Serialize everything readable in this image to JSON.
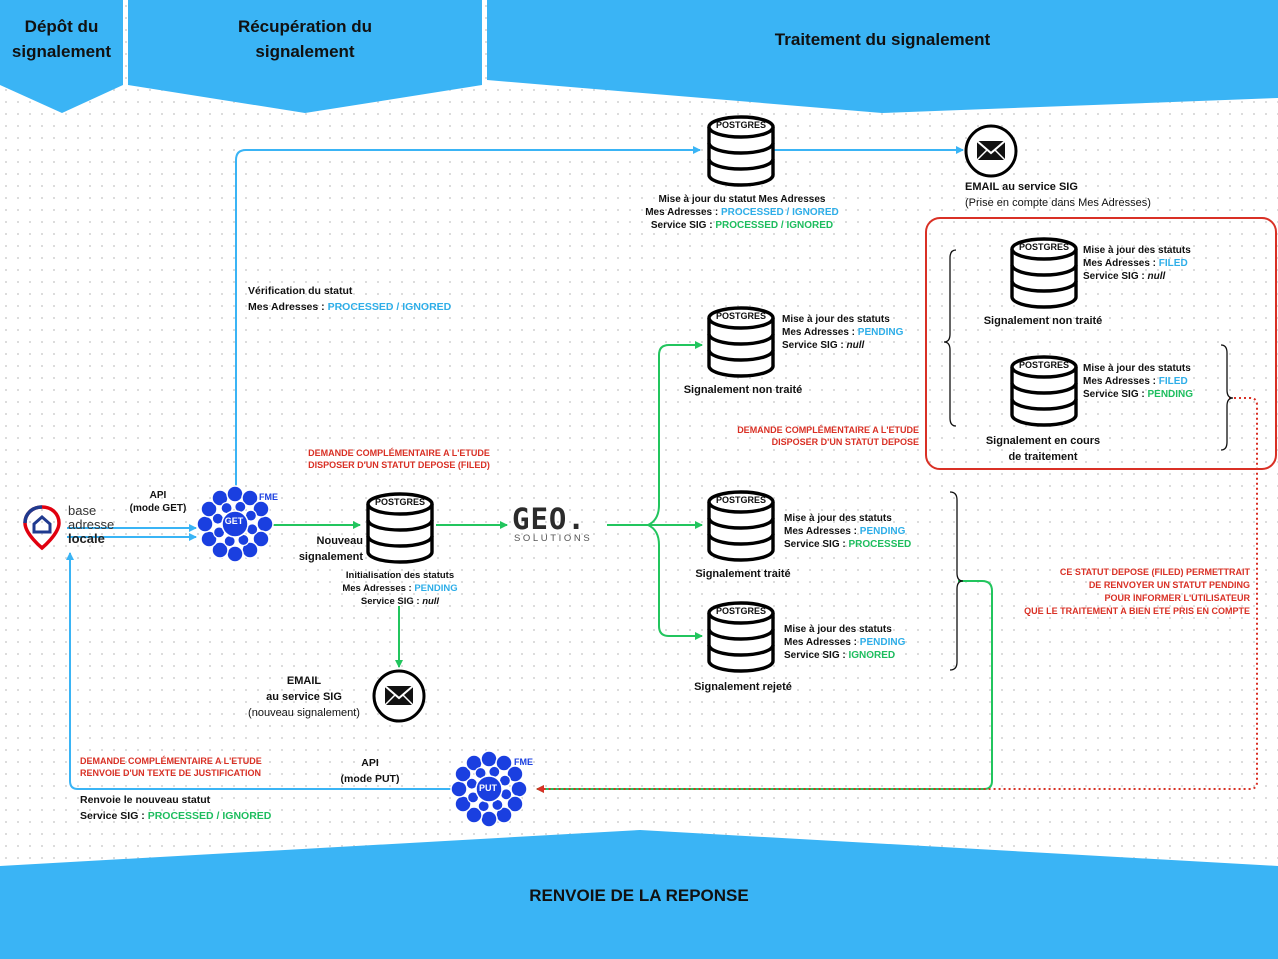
{
  "headers": {
    "depot": "Dépôt du signalement",
    "recuperation": "Récupération du signalement",
    "traitement": "Traitement du signalement",
    "renvoie": "RENVOIE DE LA REPONSE"
  },
  "colors": {
    "header_blue": "#3ab4f5",
    "arrow_blue": "#3ab4f5",
    "arrow_green": "#22c55e",
    "accent_red": "#d93025",
    "fme_blue": "#1a3fe0"
  },
  "bal_logo": {
    "line1": "base",
    "line2": "adresse",
    "line3": "locale"
  },
  "api_get": {
    "line1": "API",
    "line2": "(mode GET)",
    "fme": "FME",
    "button": "GET"
  },
  "api_put": {
    "line1": "API",
    "line2": "(mode PUT)",
    "fme": "FME",
    "button": "PUT"
  },
  "db_label": "POSTGRES",
  "verification": {
    "line1": "Vérification du statut",
    "prefix": "Mes Adresses : ",
    "status": "PROCESSED / IGNORED"
  },
  "top_db": {
    "line1": "Mise à jour du statut Mes Adresses",
    "l2_prefix": "Mes Adresses : ",
    "l2_status": "PROCESSED / IGNORED",
    "l3_prefix": "Service SIG : ",
    "l3_status": "PROCESSED / IGNORED"
  },
  "email_top": {
    "line1": "EMAIL au service SIG",
    "line2": "(Prise en compte dans Mes Adresses)"
  },
  "demande_filed": {
    "line1": "DEMANDE COMPLÉMENTAIRE A L'ETUDE",
    "line2": "DISPOSER D'UN STATUT DEPOSE (FILED)"
  },
  "nouveau": {
    "title1": "Nouveau",
    "title2": "signalement",
    "line1": "Initialisation des statuts",
    "l2_prefix": "Mes Adresses : ",
    "l2_status": "PENDING",
    "l3_prefix": "Service SIG : ",
    "l3_status": "null"
  },
  "email_new": {
    "line1": "EMAIL",
    "line2": "au service SIG",
    "line3": "(nouveau signalement)"
  },
  "geo_logo": {
    "main": "GEO.",
    "sub": "SOLUTIONS"
  },
  "non_traite": {
    "title": "Signalement non traité",
    "line1": "Mise à jour des statuts",
    "l2_prefix": "Mes Adresses : ",
    "l2_status": "PENDING",
    "l3_prefix": "Service SIG : ",
    "l3_status": "null"
  },
  "traite": {
    "title": "Signalement traité",
    "line1": "Mise à jour des statuts",
    "l2_prefix": "Mes Adresses : ",
    "l2_status": "PENDING",
    "l3_prefix": "Service SIG : ",
    "l3_status": "PROCESSED"
  },
  "rejete": {
    "title": "Signalement rejeté",
    "line1": "Mise à jour des statuts",
    "l2_prefix": "Mes Adresses : ",
    "l2_status": "PENDING",
    "l3_prefix": "Service SIG : ",
    "l3_status": "IGNORED"
  },
  "demande_depose": {
    "line1": "DEMANDE COMPLÉMENTAIRE A L'ETUDE",
    "line2": "DISPOSER D'UN STATUT DEPOSE"
  },
  "box_non_traite": {
    "title": "Signalement non traité",
    "line1": "Mise à jour des statuts",
    "l2_prefix": "Mes Adresses : ",
    "l2_status": "FILED",
    "l3_prefix": "Service SIG : ",
    "l3_status": "null"
  },
  "box_en_cours": {
    "title1": "Signalement en cours",
    "title2": "de traitement",
    "line1": "Mise à jour des statuts",
    "l2_prefix": "Mes Adresses : ",
    "l2_status": "FILED",
    "l3_prefix": "Service SIG : ",
    "l3_status": "PENDING"
  },
  "ce_statut": {
    "line1": "CE STATUT DEPOSE (FILED) PERMETTRAIT",
    "line2": "DE RENVOYER UN STATUT PENDING",
    "line3": "POUR INFORMER L'UTILISATEUR",
    "line4": "QUE LE TRAITEMENT A BIEN ETE PRIS EN COMPTE"
  },
  "demande_justif": {
    "line1": "DEMANDE COMPLÉMENTAIRE A L'ETUDE",
    "line2": "RENVOIE D'UN TEXTE DE JUSTIFICATION"
  },
  "renvoie_statut": {
    "line1": "Renvoie le nouveau statut",
    "prefix": "Service SIG : ",
    "status": "PROCESSED / IGNORED"
  }
}
